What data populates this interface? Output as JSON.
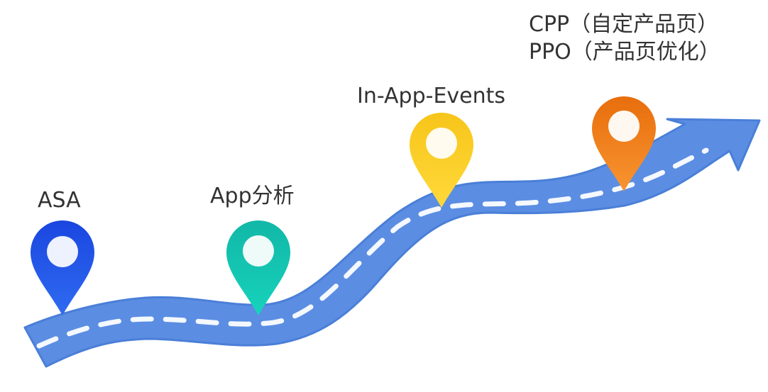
{
  "roadmap": {
    "milestones": [
      {
        "label": "ASA",
        "color_top": "#1a46e0",
        "color_bottom": "#2f6bf0"
      },
      {
        "label": "App分析",
        "color_top": "#12b7a7",
        "color_bottom": "#16d3bc"
      },
      {
        "label": "In-App-Events",
        "color_top": "#f7c51a",
        "color_bottom": "#ffd93a"
      },
      {
        "label_lines": [
          "CPP（自定产品页）",
          "PPO（产品页优化）"
        ],
        "color_top": "#e86e0c",
        "color_bottom": "#f89430"
      }
    ],
    "road_color": "#5b8de3",
    "road_edge_color": "#4a7fd8",
    "dash_color": "#f4f8ff",
    "text_color": "#333333"
  }
}
